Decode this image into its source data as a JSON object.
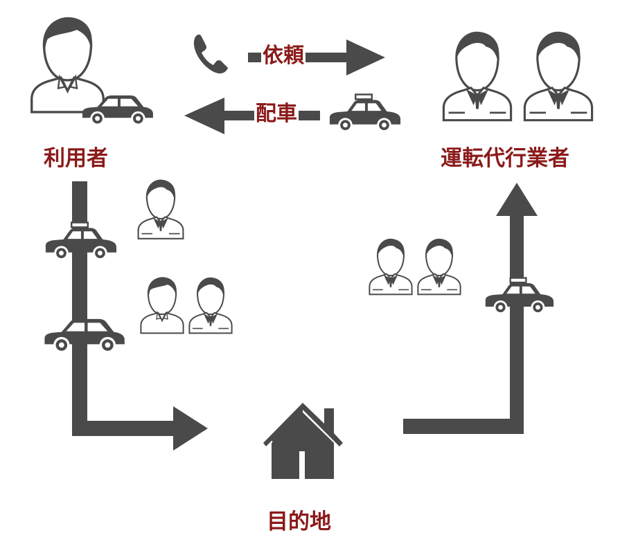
{
  "nodes": {
    "user": "利用者",
    "operator": "運転代行業者",
    "destination": "目的地"
  },
  "arrows": {
    "request": "依頼",
    "dispatch": "配車"
  },
  "colors": {
    "icon": "#4a4a4a",
    "label": "#8b1a1a",
    "background": "#ffffff"
  },
  "icons": [
    "person-icon",
    "sedan-icon",
    "taxi-icon",
    "phone-icon",
    "house-icon",
    "driver-icon"
  ]
}
